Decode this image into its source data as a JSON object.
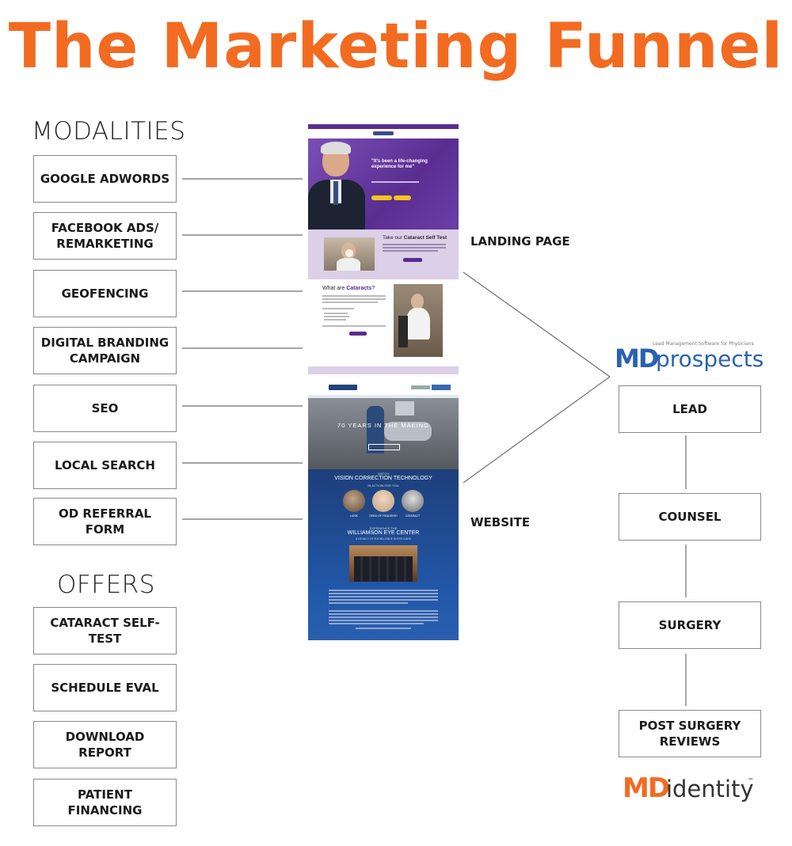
{
  "title": "The Marketing Funnel",
  "colors": {
    "accent": "#f26b21",
    "navy": "#1e4a8a",
    "purple": "#6a3fa0",
    "box_border": "#8a8a8a"
  },
  "modalities": {
    "heading": "MODALITIES",
    "items": [
      "GOOGLE ADWORDS",
      "FACEBOOK ADS/ REMARKETING",
      "GEOFENCING",
      "DIGITAL BRANDING CAMPAIGN",
      "SEO",
      "LOCAL SEARCH",
      "OD REFERRAL FORM"
    ]
  },
  "offers": {
    "heading": "OFFERS",
    "items": [
      "CATARACT SELF-TEST",
      "SCHEDULE EVAL",
      "DOWNLOAD REPORT",
      "PATIENT FINANCING"
    ]
  },
  "landing_page": {
    "label": "LANDING PAGE",
    "quote": "\"It's been a life-changing experience for me\"",
    "self_test_prefix": "Take our",
    "self_test_bold": "Cataract Self Test",
    "what_are_prefix": "What are",
    "what_are_bold": "Cataracts",
    "what_are_suffix": "?"
  },
  "website": {
    "label": "WEBSITE",
    "hero_text": "70 YEARS IN THE MAKING",
    "section_small": "WATCH",
    "section_title": "VISION CORRECTION TECHNOLOGY",
    "section_tagline": "IN ACTION FOR YOU",
    "items": [
      "LASIK",
      "TIRED OF READERS?",
      "CATARACT"
    ],
    "center_small": "EXPERIENCE THE",
    "center_name": "WILLIAMSON EYE CENTER",
    "center_tagline": "A LEGACY OF EXCELLENCE IN EYE CARE"
  },
  "funnel": {
    "logo_md": "MD",
    "logo_word": "prospects",
    "logo_tagline": "Lead Management Software for Physicians",
    "steps": [
      "LEAD",
      "COUNSEL",
      "SURGERY",
      "POST SURGERY REVIEWS"
    ]
  },
  "footer_logo": {
    "md": "MD",
    "word": "identity",
    "tm": "™"
  }
}
